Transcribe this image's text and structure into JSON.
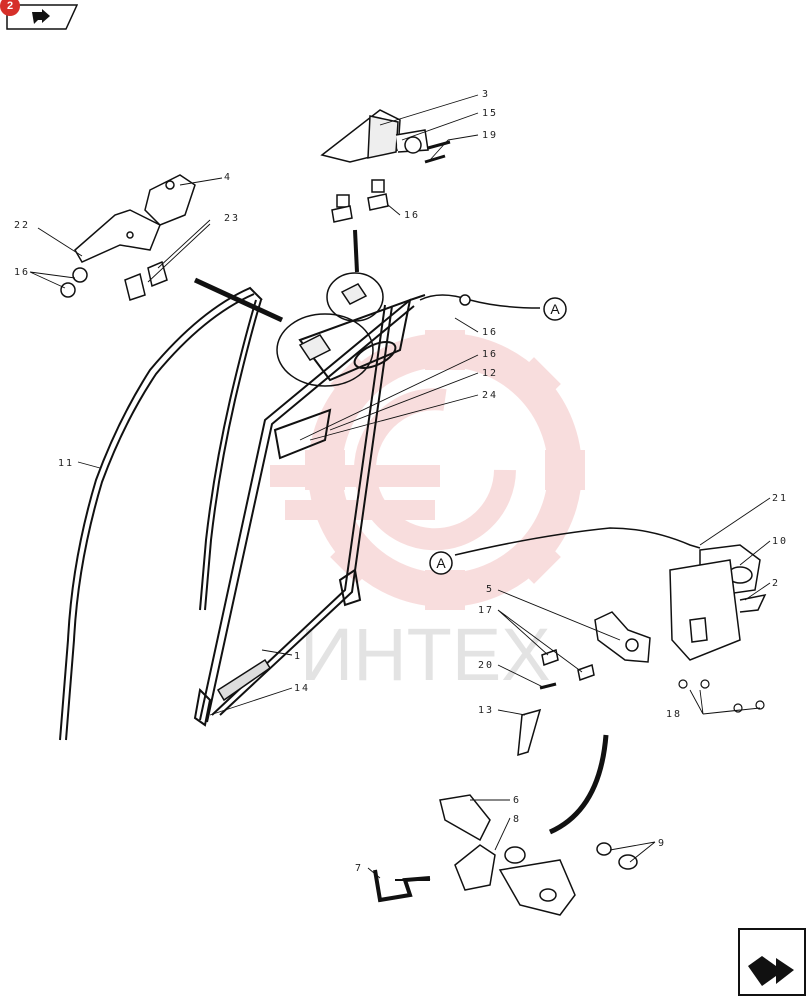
{
  "nav": {
    "page_badge": "2",
    "back_icon": "arrow-back-icon",
    "next_icon": "arrow-next-icon"
  },
  "watermark": {
    "text": "ИНТЕХ",
    "color": "#f4c2c2"
  },
  "connector_label": "A",
  "callouts": [
    "3",
    "15",
    "19",
    "16",
    "4",
    "23",
    "22",
    "16",
    "16",
    "16",
    "12",
    "24",
    "11",
    "21",
    "10",
    "2",
    "5",
    "17",
    "20",
    "13",
    "1",
    "14",
    "18",
    "6",
    "8",
    "9",
    "7"
  ]
}
